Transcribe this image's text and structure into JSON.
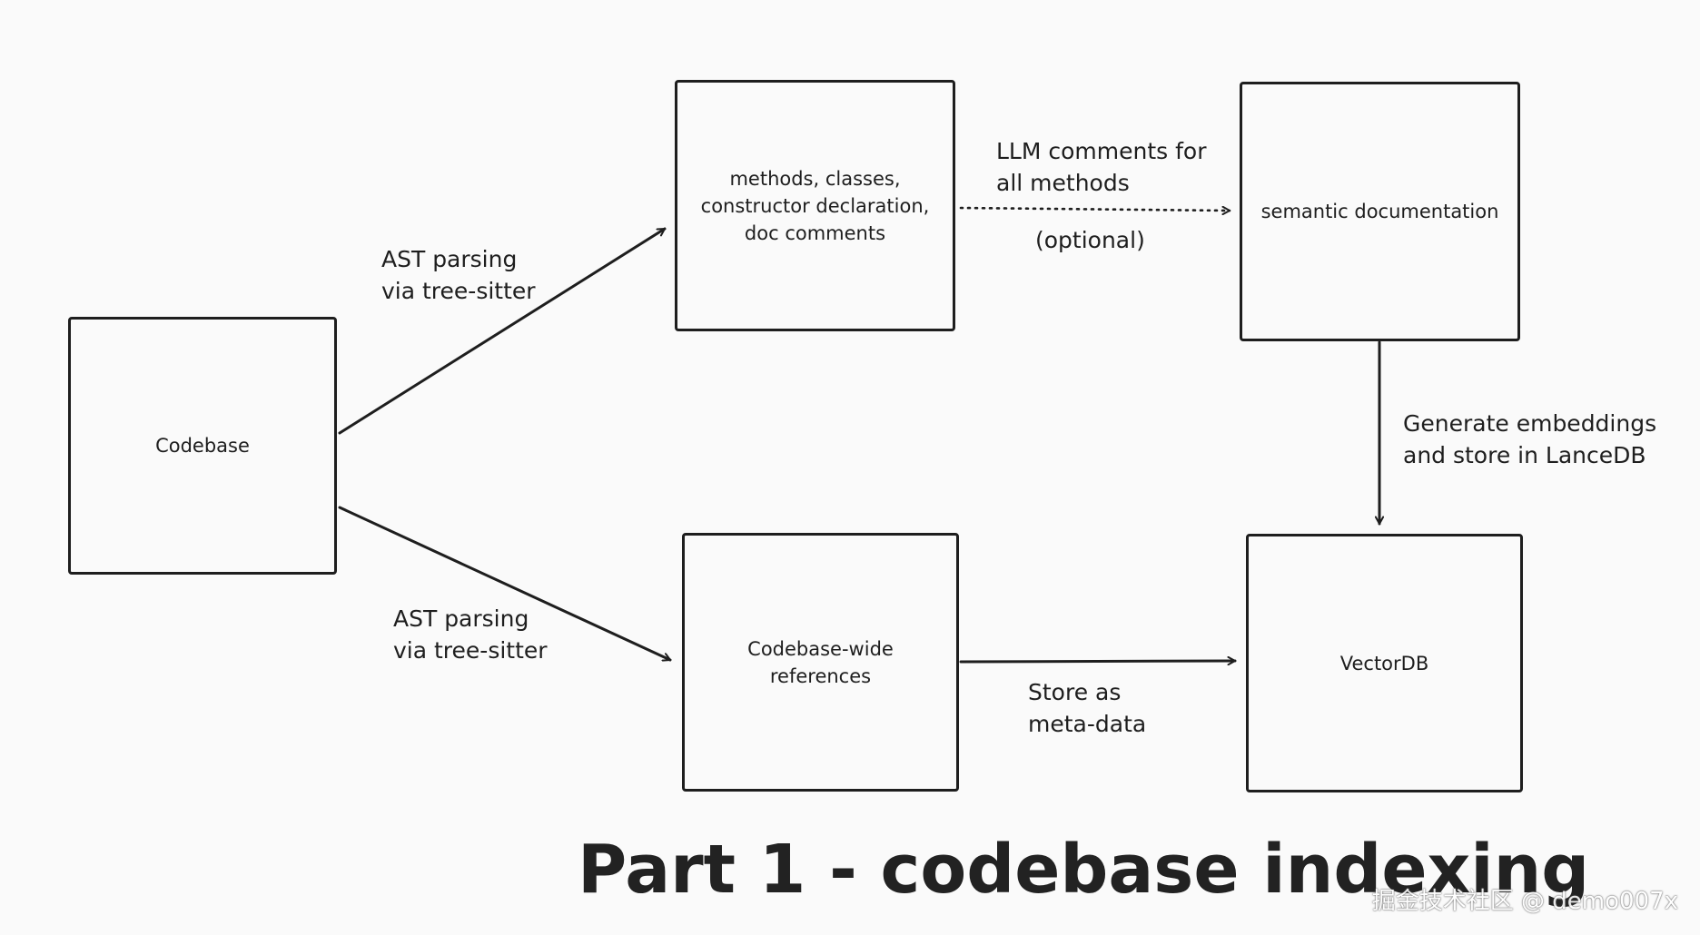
{
  "nodes": {
    "codebase": "Codebase",
    "methods": "methods, classes,\nconstructor declaration,\ndoc comments",
    "semantic_docs": "semantic documentation",
    "references": "Codebase-wide\nreferences",
    "vectordb": "VectorDB"
  },
  "edges": {
    "ast_top": "AST parsing\nvia tree-sitter",
    "ast_bottom": "AST parsing\nvia tree-sitter",
    "llm_comments": "LLM comments for\nall methods",
    "optional": "(optional)",
    "embeddings": "Generate embeddings\nand store in LanceDB",
    "store_meta": "Store as\nmeta-data"
  },
  "title": "Part 1 - codebase indexing",
  "watermark": "掘金技术社区 @ demo007x",
  "colors": {
    "stroke": "#1e1e1e",
    "background": "#fafafa"
  }
}
